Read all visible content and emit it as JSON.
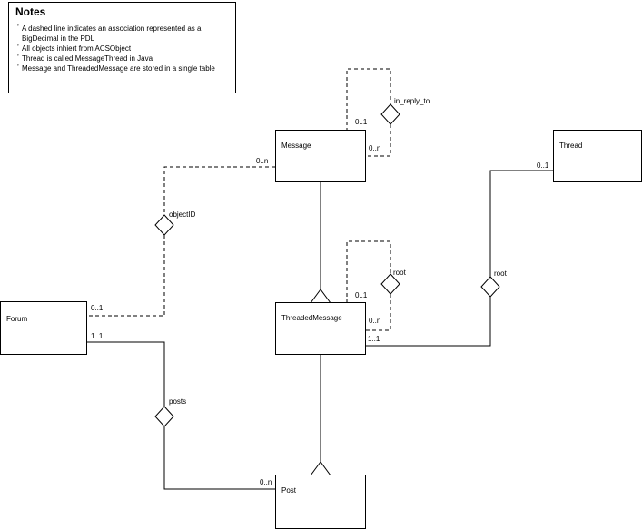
{
  "notes": {
    "title": "Notes",
    "items": [
      "A dashed line indicates an association represented as a BigDecimal in the PDL",
      "All objects inhiert from ACSObject",
      "Thread is called MessageThread in Java",
      "Message and ThreadedMessage are stored in a single table"
    ]
  },
  "classes": {
    "message": "Message",
    "thread": "Thread",
    "forum": "Forum",
    "threaded_message": "ThreadedMessage",
    "post": "Post"
  },
  "associations": {
    "in_reply_to": {
      "name": "in_reply_to",
      "upper_mult": "0..1",
      "lower_mult": "0..n"
    },
    "object_id": {
      "name": "objectID",
      "message_mult": "0..n",
      "forum_mult": "0..1"
    },
    "tm_root": {
      "name": "root",
      "upper_mult": "0..1",
      "lower_mult": "0..n"
    },
    "thread_root": {
      "name": "root",
      "thread_mult": "0..1",
      "tm_mult": "1..1"
    },
    "posts": {
      "name": "posts",
      "forum_mult": "1..1",
      "post_mult": "0..n"
    }
  }
}
